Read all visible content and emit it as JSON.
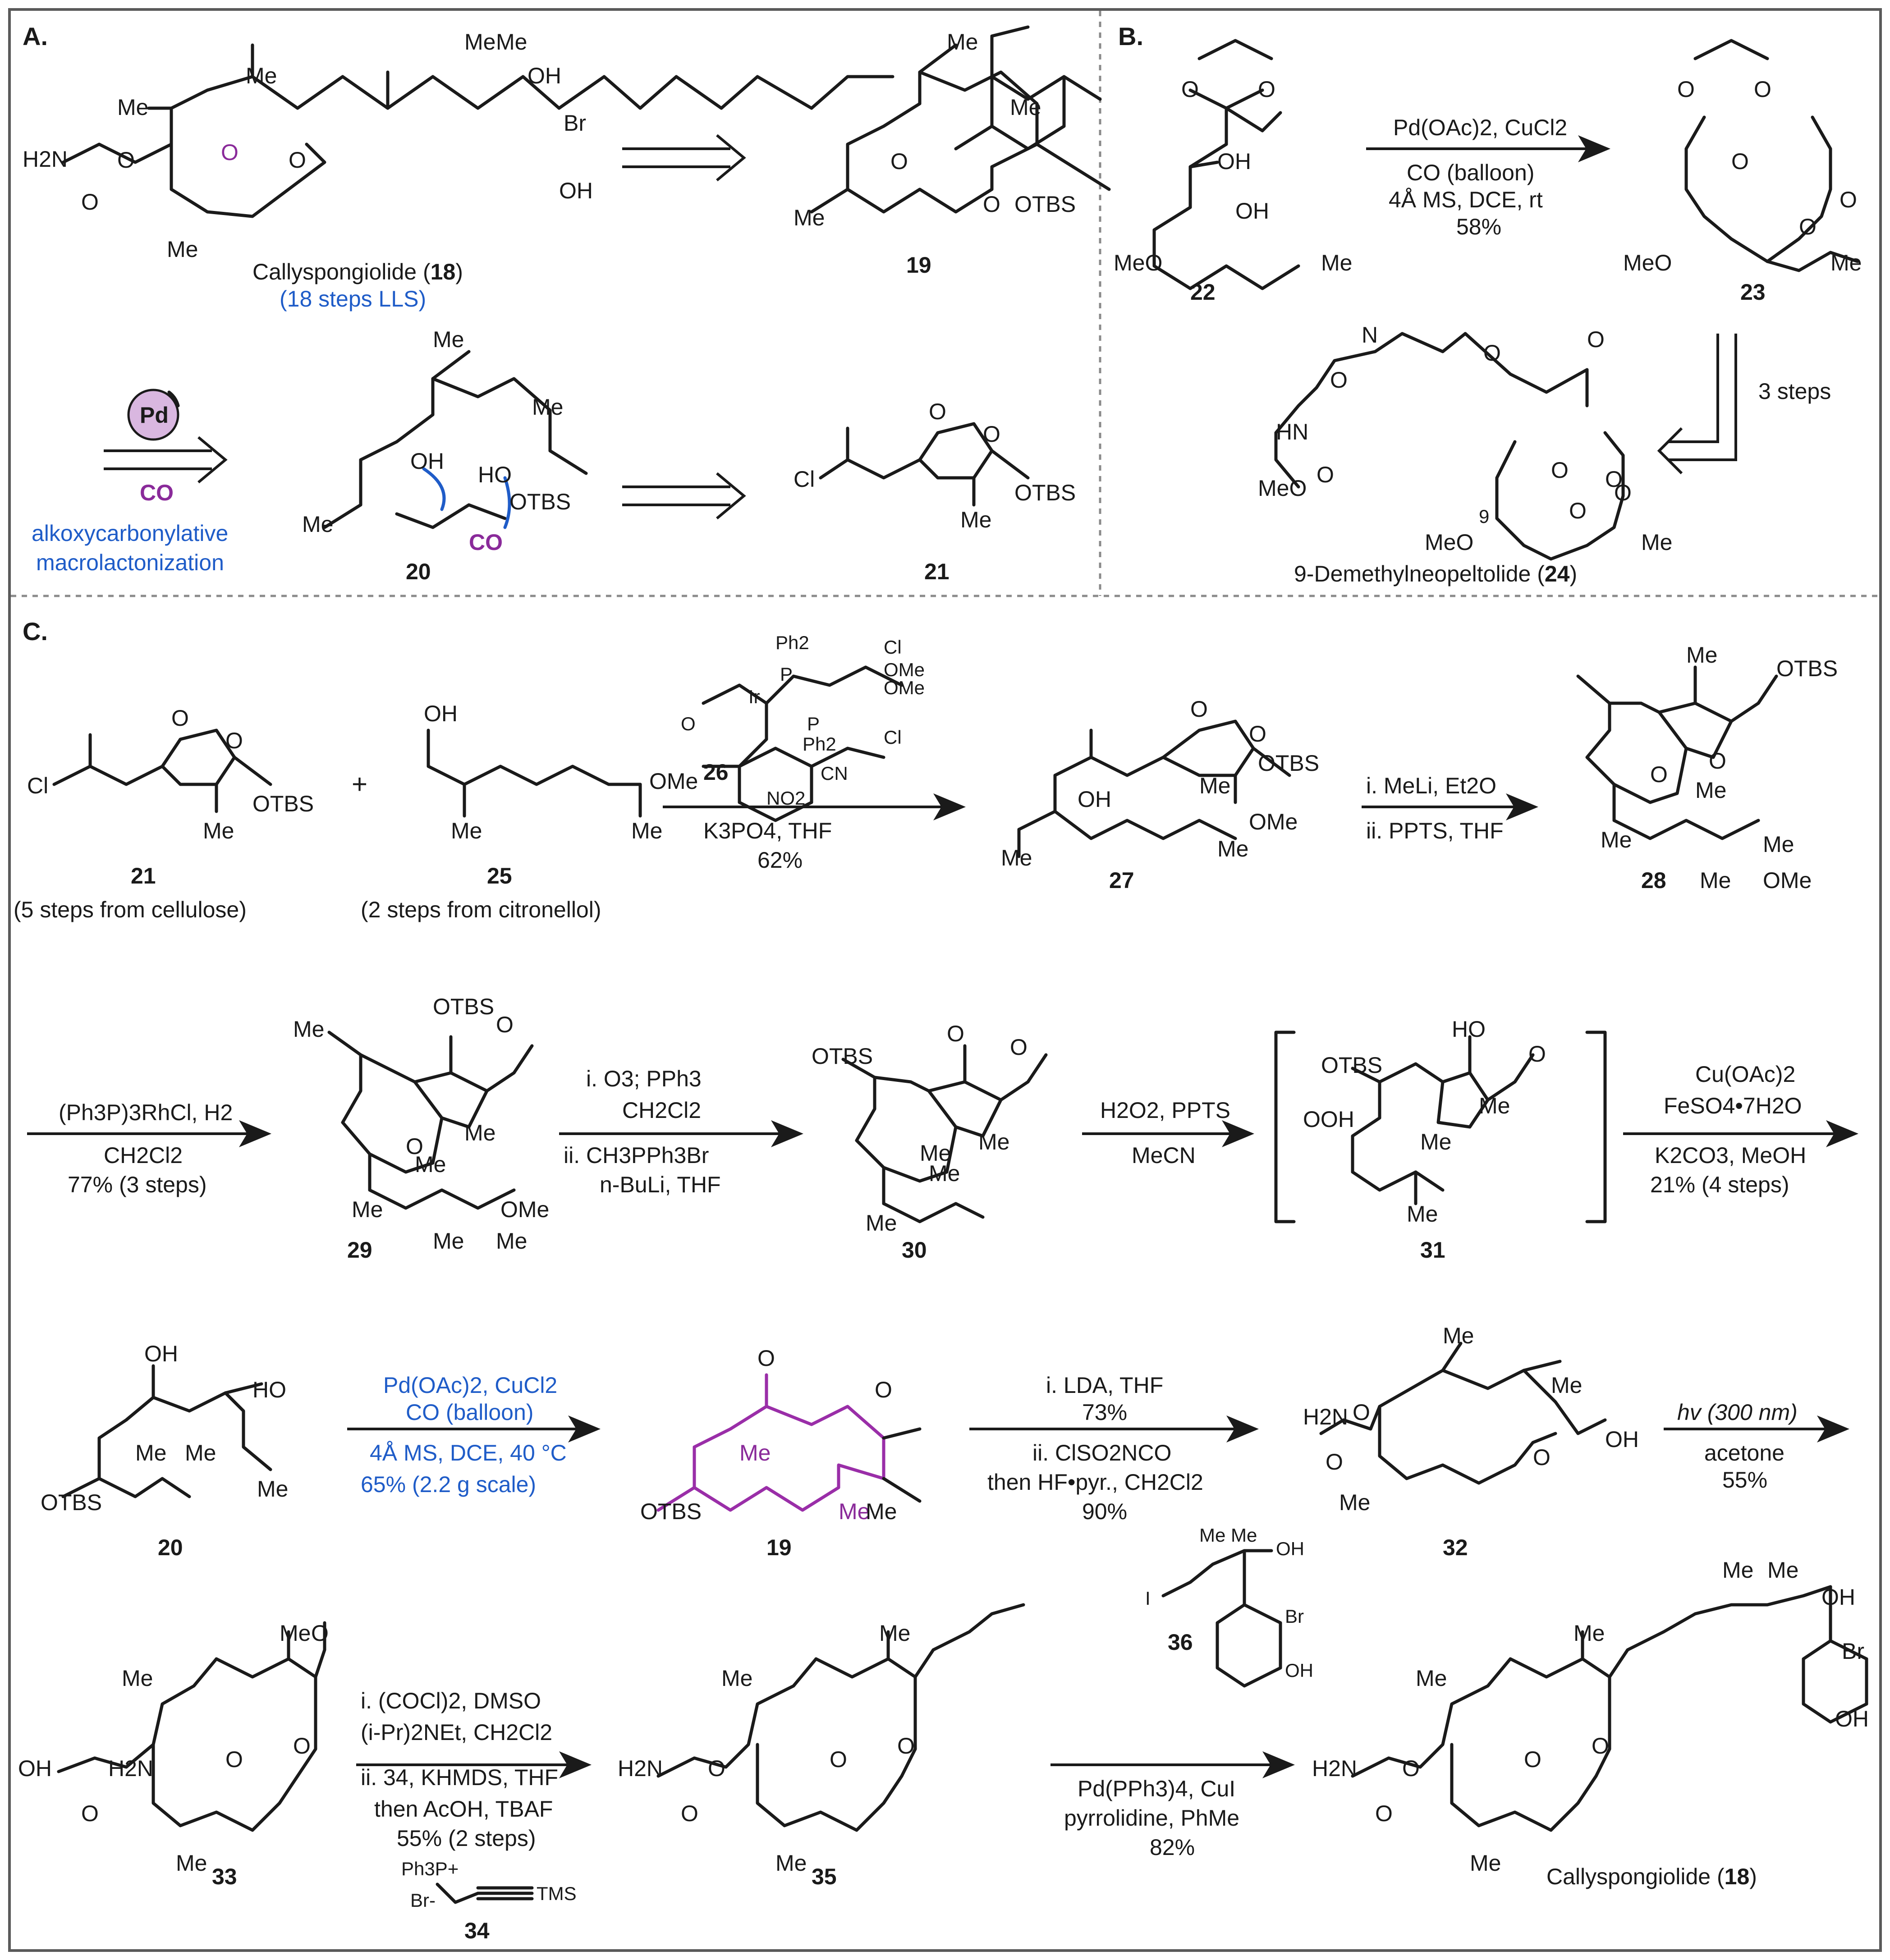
{
  "panels": {
    "A": "A.",
    "B": "B.",
    "C": "C."
  },
  "panelA": {
    "target_name": "Callyspongiolide (",
    "target_num": "18",
    "target_close": ")",
    "target_steps": "(18 steps LLS)",
    "cmpd19": "19",
    "cmpd20": "20",
    "cmpd21": "21",
    "pd": "Pd",
    "co": "CO",
    "strategy_line1": "alkoxycarbonylative",
    "strategy_line2": "macrolactonization",
    "groups": [
      "Me",
      "Me",
      "Me",
      "Me",
      "Me",
      "OH",
      "Br",
      "OH",
      "H2N",
      "O",
      "O",
      "O",
      "O",
      "Me",
      "Me",
      "Me",
      "O",
      "O",
      "OTBS",
      "Me",
      "Me",
      "Me",
      "OH",
      "HO",
      "OTBS",
      "CO",
      "Cl",
      "O",
      "O",
      "OTBS",
      "Me"
    ]
  },
  "panelB": {
    "cmpd22": "22",
    "cmpd23": "23",
    "cmpd24_name": "9-Demethylneopeltolide (",
    "cmpd24_num": "24",
    "cmpd24_close": ")",
    "reagents": [
      "Pd(OAc)2, CuCl2",
      "CO (balloon)",
      "4Å MS, DCE, rt",
      "58%"
    ],
    "steps": "3 steps",
    "locant": "9",
    "groups": [
      "O",
      "O",
      "OH",
      "OH",
      "MeO",
      "Me",
      "O",
      "O",
      "O",
      "O",
      "O",
      "MeO",
      "Me",
      "N",
      "O",
      "O",
      "O",
      "HN",
      "O",
      "MeO",
      "O",
      "O",
      "O",
      "O",
      "MeO",
      "Me"
    ]
  },
  "panelC": {
    "cmpd21": "21",
    "cmpd21_note": "(5 steps from cellulose)",
    "plus": "+",
    "cmpd25": "25",
    "cmpd25_note": "(2 steps from citronellol)",
    "cat26": "26",
    "step1": [
      "K3PO4, THF",
      "62%"
    ],
    "cmpd27": "27",
    "step2": [
      "i. MeLi, Et2O",
      "ii. PPTS, THF"
    ],
    "cmpd28": "28",
    "step3": [
      "(Ph3P)3RhCl, H2",
      "CH2Cl2",
      "77% (3 steps)"
    ],
    "cmpd29": "29",
    "step4": [
      "i. O3; PPh3",
      "CH2Cl2",
      "ii. CH3PPh3Br",
      "n-BuLi, THF"
    ],
    "cmpd30": "30",
    "step5": [
      "H2O2, PPTS",
      "MeCN"
    ],
    "cmpd31": "31",
    "step6": [
      "Cu(OAc)2",
      "FeSO4•7H2O",
      "K2CO3, MeOH",
      "21% (4 steps)"
    ],
    "cmpd20": "20",
    "step7": [
      "Pd(OAc)2, CuCl2",
      "CO (balloon)",
      "4Å MS, DCE, 40 °C",
      "65% (2.2 g scale)"
    ],
    "cmpd19": "19",
    "step8": [
      "i. LDA, THF",
      "73%",
      "ii. ClSO2NCO",
      "then HF•pyr., CH2Cl2",
      "90%"
    ],
    "cmpd32": "32",
    "step9": [
      "hv (300 nm)",
      "acetone",
      "55%"
    ],
    "cmpd33": "33",
    "step10": [
      "i. (COCl)2, DMSO",
      "(i-Pr)2NEt, CH2Cl2",
      "ii. 34, KHMDS, THF",
      "then AcOH, TBAF",
      "55% (2 steps)"
    ],
    "cmpd34": "34",
    "cmpd35": "35",
    "cmpd36": "36",
    "step11": [
      "Pd(PPh3)4, CuI",
      "pyrrolidine, PhMe",
      "82%"
    ],
    "final_name": "Callyspongiolide (",
    "final_num": "18",
    "final_close": ")",
    "groups": [
      "O",
      "O",
      "Cl",
      "OTBS",
      "Me",
      "OH",
      "OMe",
      "Me",
      "Me",
      "Ph2",
      "P",
      "Cl",
      "OMe",
      "Ir",
      "O",
      "OMe",
      "P",
      "Ph2",
      "Cl",
      "CN",
      "NO2",
      "O",
      "O",
      "OH",
      "OTBS",
      "Me",
      "Me",
      "OMe",
      "Me",
      "Me",
      "OTBS",
      "O",
      "O",
      "Me",
      "Me",
      "Me",
      "OMe",
      "Me",
      "Me",
      "OTBS",
      "O",
      "O",
      "Me",
      "Me",
      "Me",
      "OMe",
      "Me",
      "Me",
      "OTBS",
      "O",
      "O",
      "Me",
      "Me",
      "Me",
      "Me",
      "OTBS",
      "HO",
      "O",
      "OOH",
      "Me",
      "Me",
      "Me",
      "OH",
      "HO",
      "OTBS",
      "Me",
      "Me",
      "Me",
      "O",
      "O",
      "OTBS",
      "Me",
      "Me",
      "Me",
      "H2N",
      "O",
      "O",
      "O",
      "OH",
      "Me",
      "Me",
      "Me",
      "OH",
      "H2N",
      "O",
      "O",
      "O",
      "O",
      "Me",
      "Me",
      "Me",
      "Ph3P+",
      "Br-",
      "TMS",
      "H2N",
      "O",
      "O",
      "O",
      "O",
      "Me",
      "Me",
      "Me",
      "I",
      "Me",
      "Me",
      "OH",
      "Br",
      "OH",
      "H2N",
      "O",
      "O",
      "O",
      "O",
      "Me",
      "Me",
      "Me",
      "Me",
      "Me",
      "OH",
      "Br",
      "OH"
    ]
  }
}
